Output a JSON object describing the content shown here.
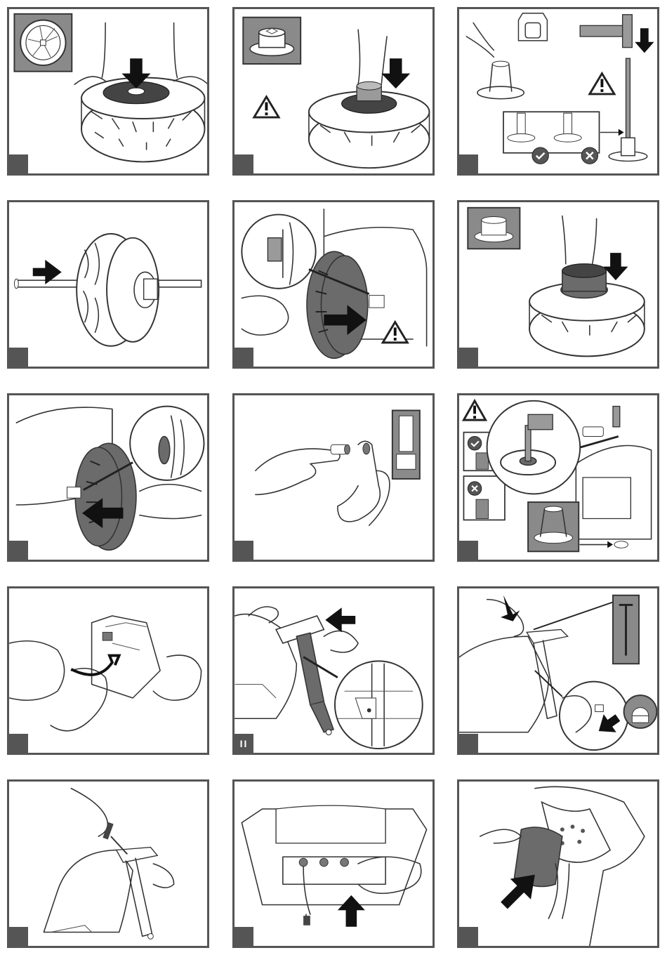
{
  "panels": [
    {
      "id": 1,
      "step_label": ""
    },
    {
      "id": 2,
      "step_label": ""
    },
    {
      "id": 3,
      "step_label": ""
    },
    {
      "id": 4,
      "step_label": ""
    },
    {
      "id": 5,
      "step_label": ""
    },
    {
      "id": 6,
      "step_label": ""
    },
    {
      "id": 7,
      "step_label": ""
    },
    {
      "id": 8,
      "step_label": ""
    },
    {
      "id": 9,
      "step_label": ""
    },
    {
      "id": 10,
      "step_label": ""
    },
    {
      "id": 11,
      "step_label": "II"
    },
    {
      "id": 12,
      "step_label": ""
    },
    {
      "id": 13,
      "step_label": ""
    },
    {
      "id": 14,
      "step_label": ""
    },
    {
      "id": 15,
      "step_label": ""
    }
  ],
  "icons": {
    "warning": "warning-triangle-icon",
    "correct": "check-circle-icon",
    "incorrect": "x-circle-icon",
    "direction": "arrow-icon"
  },
  "colors": {
    "frame": "#555555",
    "fill_dark": "#6b6b6b",
    "fill_inset": "#8a8a8a"
  }
}
